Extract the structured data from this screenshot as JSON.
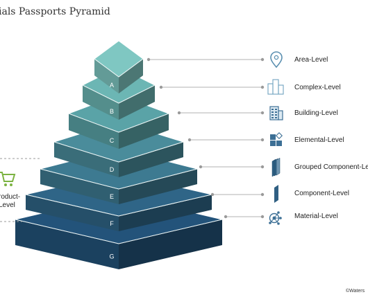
{
  "diagram": {
    "title": "ials Passports Pyramid",
    "tiers": [
      "A",
      "B",
      "C",
      "D",
      "E",
      "F",
      "G"
    ],
    "levels": [
      "Area-Level",
      "Complex-Level",
      "Building-Level",
      "Elemental-Level",
      "Grouped Component-Lev",
      "Component-Level",
      "Material-Level"
    ],
    "level_icons": [
      "location-pin-icon",
      "complex-buildings-icon",
      "building-icon",
      "elements-blocks-icon",
      "grouped-panels-icon",
      "single-panel-icon",
      "material-network-icon"
    ],
    "side_label_line1": "roduct-",
    "side_label_line2": "Level",
    "side_icon": "shopping-cart-icon",
    "copyright": "©Waters",
    "colors": {
      "tier_tops": [
        "#7fc7c2",
        "#6cb6b4",
        "#5aa3a7",
        "#4a8c9b",
        "#3d7a91",
        "#2f6587",
        "#23537a"
      ],
      "accent_green": "#7cb342",
      "icon_blue": "#3c6f95",
      "connector_gray": "#b0b0b0"
    }
  }
}
